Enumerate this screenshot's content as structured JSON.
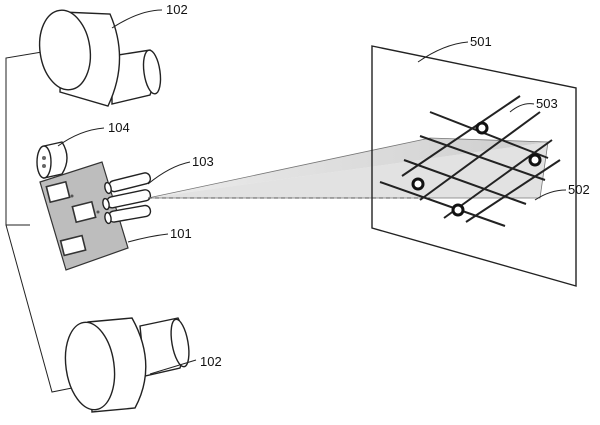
{
  "labels": {
    "camera_top": "102",
    "camera_bottom": "102",
    "emitter_module": "104",
    "laser_array": "103",
    "board": "101",
    "screen": "501",
    "pattern": "502",
    "markers": "503"
  }
}
